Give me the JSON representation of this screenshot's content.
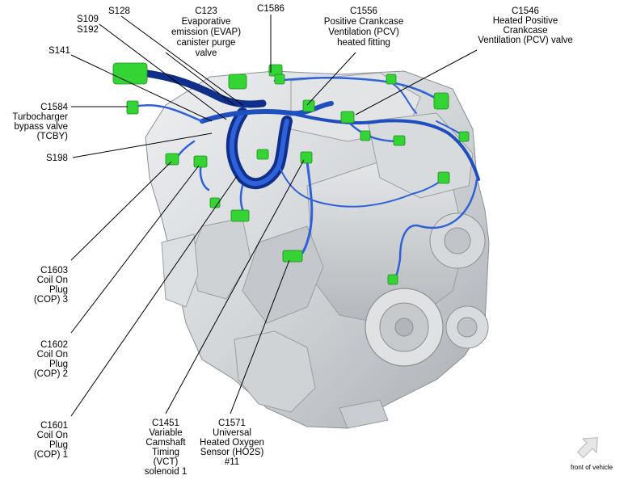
{
  "labels": {
    "s128": [
      "S128"
    ],
    "c123": [
      "C123",
      "Evaporative",
      "emission (EVAP)",
      "canister purge",
      "valve"
    ],
    "c1586": [
      "C1586"
    ],
    "c1556": [
      "C1556",
      "Positive Crankcase",
      "Ventilation (PCV)",
      "heated fitting"
    ],
    "c1546": [
      "C1546",
      "Heated Positive",
      "Crankcase",
      "Ventilation (PCV) valve"
    ],
    "s109": [
      "S109",
      "S192"
    ],
    "s141": [
      "S141"
    ],
    "c1584": [
      "C1584",
      "Turbocharger",
      "bypass valve",
      "(TCBY)"
    ],
    "s198": [
      "S198"
    ],
    "c1603": [
      "C1603",
      "Coil On",
      "Plug",
      "(COP) 3"
    ],
    "c1602": [
      "C1602",
      "Coil On",
      "Plug",
      "(COP) 2"
    ],
    "c1601": [
      "C1601",
      "Coil On",
      "Plug",
      "(COP) 1"
    ],
    "c1451": [
      "C1451",
      "Variable",
      "Camshaft",
      "Timing",
      "(VCT)",
      "solenoid 1"
    ],
    "c1571": [
      "C1571",
      "Universal",
      "Heated Oxygen",
      "Sensor (HO2S)",
      "#11"
    ]
  },
  "orientation": {
    "text": "front of vehicle",
    "icon": "arrow-up-right-icon"
  },
  "colors": {
    "harness": "#1f4fbf",
    "harness_dark": "#0f2f8a",
    "connector": "#35d435",
    "engine": "#d6d9dc",
    "leader": "#000000"
  }
}
